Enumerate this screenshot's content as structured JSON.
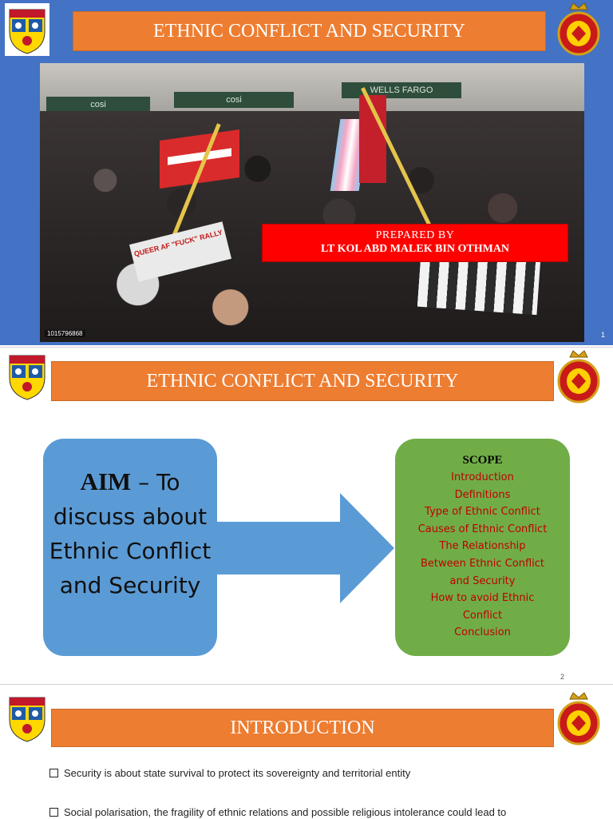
{
  "slide1": {
    "title": "ETHNIC CONFLICT AND SECURITY",
    "prepared_by_label": "PREPARED BY",
    "presenter": "LT KOL ABD MALEK BIN OTHMAN",
    "photo_signs": [
      "cosi",
      "cosi",
      "WELLS FARGO"
    ],
    "photo_sign_text": "QUEER AF \"FUCK\" RALLY",
    "photo_stock_id": "1015796868",
    "page_number": "1",
    "background_color": "#4472c4"
  },
  "slide2": {
    "title": "ETHNIC CONFLICT AND SECURITY",
    "aim_label": "AIM",
    "aim_text": "– To discuss about Ethnic Conflict and Security",
    "scope_title": "SCOPE",
    "scope_items": [
      "Introduction",
      "Definitions",
      "Type of Ethnic Conflict",
      "Causes of Ethnic Conflict",
      "The Relationship",
      "Between Ethnic Conflict",
      "and Security",
      "How to avoid Ethnic",
      "Conflict",
      "Conclusion"
    ],
    "page_number": "2",
    "colors": {
      "aim_box": "#5b9bd5",
      "scope_box": "#70ad47",
      "scope_text": "#c00000",
      "title_bar": "#ed7d31"
    }
  },
  "slide3": {
    "title": "INTRODUCTION",
    "bullets": [
      "Security is about state survival to protect its sovereignty and territorial entity",
      "Social polarisation, the fragility of ethnic relations and possible religious intolerance could lead to"
    ]
  },
  "icons": {
    "logo_left": "university-crest-icon",
    "logo_right": "military-college-crest-icon",
    "bullet": "checkbox-bullet-icon"
  }
}
